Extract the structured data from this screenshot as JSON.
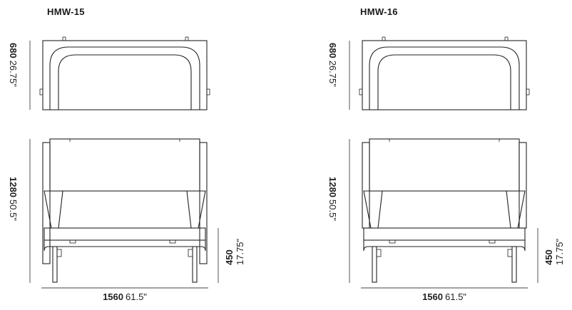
{
  "models": [
    {
      "id": "HMW-15",
      "depth": {
        "mm": "680",
        "in": "26.75\""
      },
      "height": {
        "mm": "1280",
        "in": "50.5\""
      },
      "width": {
        "mm": "1560",
        "in": "61.5\""
      },
      "seat_height": {
        "mm": "450",
        "in": "17.75\""
      }
    },
    {
      "id": "HMW-16",
      "depth": {
        "mm": "680",
        "in": "26.75\""
      },
      "height": {
        "mm": "1280",
        "in": "50.5\""
      },
      "width": {
        "mm": "1560",
        "in": "61.5\""
      },
      "seat_height": {
        "mm": "450",
        "in": "17.75\""
      }
    }
  ]
}
